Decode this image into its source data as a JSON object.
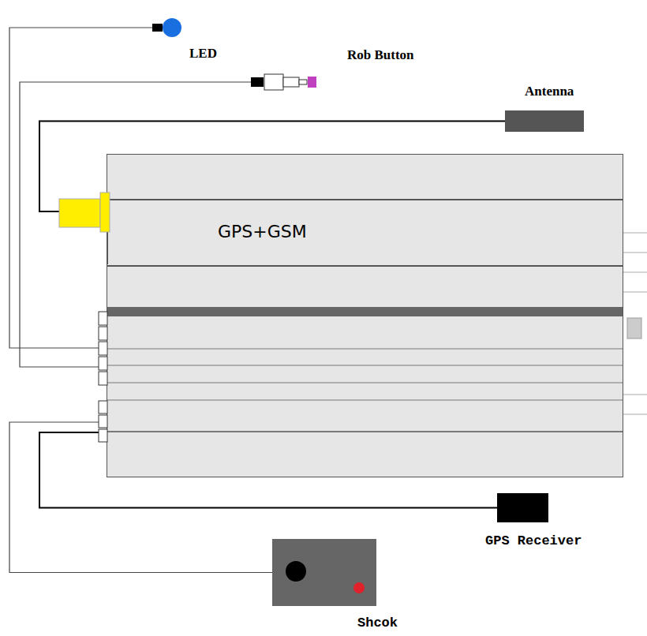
{
  "diagram": {
    "nodes": [
      {
        "text": [
          "LED"
        ]
      },
      {
        "text": [
          "Rob Button"
        ]
      },
      {
        "text": [
          "Antenna"
        ]
      },
      {
        "text": [
          "GPS+GSM"
        ]
      },
      {
        "text": [
          "GPS Receiver"
        ]
      },
      {
        "text": [
          "Shcok"
        ]
      }
    ],
    "edges": [
      {
        "from": 0,
        "to": 3,
        "arrow": "none"
      },
      {
        "from": 1,
        "to": 3,
        "arrow": "none"
      },
      {
        "from": 2,
        "to": 3,
        "arrow": "none"
      },
      {
        "from": 4,
        "to": 3,
        "arrow": "none"
      },
      {
        "from": 5,
        "to": 3,
        "arrow": "none"
      }
    ]
  }
}
